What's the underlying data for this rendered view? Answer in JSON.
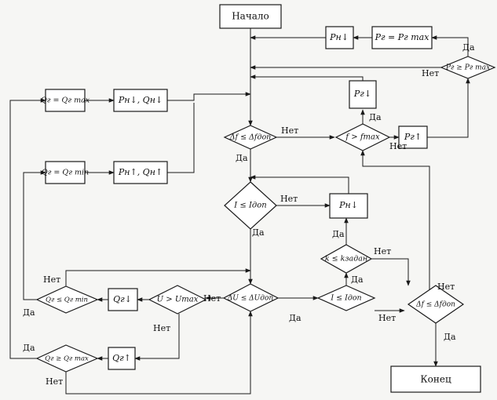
{
  "nodes": {
    "start": "Начало",
    "end": "Конец",
    "pn_dec_top": "Pн↓",
    "pg_set_max": "Pг = Pг max",
    "pg_ge_max": "Pг ≥ Pг max",
    "qg_set_max": "Qг = Qг max",
    "pq_dec": "Pн↓, Qн↓",
    "qg_set_min": "Qг = Qг min",
    "pq_inc": "Pн↑, Qн↑",
    "pg_dec": "Pг↓",
    "f_cond": "Δf ≤ Δfдоп",
    "f_gt_max": "f > fmax",
    "pg_inc": "Pг↑",
    "i_cond": "I ≤ Iдоп",
    "pn_dec_mid": "Pн↓",
    "k_cond": "k ≤ kзадан",
    "u_cond": "ΔU ≤ ΔUдоп",
    "u_gt_max": "U > Umax",
    "qg_dec": "Qг↓",
    "qg_le_min": "Qг ≤ Qг min",
    "i_cond2": "I ≤ Iдоп",
    "f_cond2": "Δf ≤ Δfдоп",
    "qg_inc": "Qг↑",
    "qg_ge_max": "Qг ≥ Qг max"
  },
  "labels": {
    "yes": "Да",
    "no": "Нет"
  }
}
